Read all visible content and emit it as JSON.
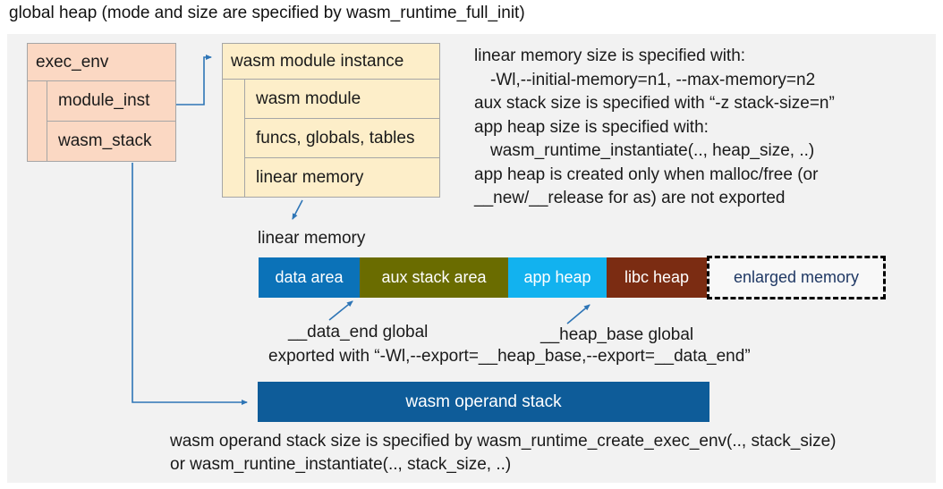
{
  "title": "global heap (mode and size are specified by wasm_runtime_full_init)",
  "exec_env": {
    "title": "exec_env",
    "rows": [
      "module_inst",
      "wasm_stack"
    ]
  },
  "module_instance": {
    "title": "wasm module instance",
    "rows": [
      "wasm module",
      "funcs, globals, tables",
      "linear memory"
    ]
  },
  "notes_right": {
    "lines": [
      "linear memory size is specified with:",
      "-Wl,--initial-memory=n1, --max-memory=n2",
      "aux stack size is specified with “-z stack-size=n”",
      "app heap size is specified with:",
      "wasm_runtime_instantiate(.., heap_size, ..)",
      "app heap is created only when malloc/free (or",
      "__new/__release for as) are not exported"
    ]
  },
  "linear_memory": {
    "label": "linear memory",
    "segments": [
      {
        "label": "data area",
        "color": "#0b72b8",
        "text_color": "#ffffff"
      },
      {
        "label": "aux stack area",
        "color": "#6a6c00",
        "text_color": "#ffffff"
      },
      {
        "label": "app heap",
        "color": "#12b2ef",
        "text_color": "#ffffff"
      },
      {
        "label": "libc heap",
        "color": "#7b2c12",
        "text_color": "#ffffff"
      },
      {
        "label": "enlarged memory",
        "color": "#f8f8f8",
        "text_color": "#1f3864"
      }
    ]
  },
  "annotations": {
    "data_end_label": "__data_end global",
    "heap_base_label": "__heap_base global",
    "export_note": "exported with “-Wl,--export=__heap_base,--export=__data_end”"
  },
  "operand_stack": {
    "label": "wasm operand stack",
    "color": "#0e5c99",
    "text_color": "#ffffff"
  },
  "bottom_note": {
    "lines": [
      "wasm operand stack size is specified by wasm_runtime_create_exec_env(.., stack_size)",
      "or wasm_runtine_instantiate(.., stack_size, ..)"
    ]
  },
  "connector_color": "#2e75b6",
  "panel_color": "#f2f2f2"
}
